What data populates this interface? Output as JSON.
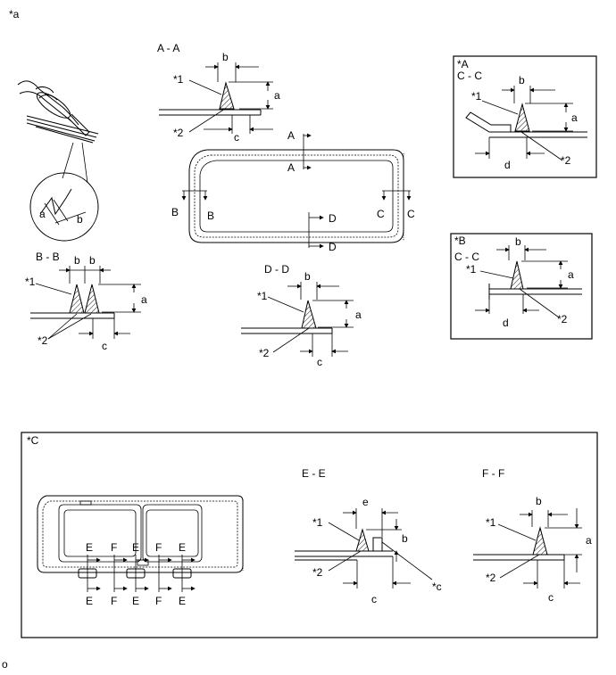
{
  "labels": {
    "top_tag": "*a",
    "footer": "o",
    "section_aa": "A - A",
    "section_bb": "B - B",
    "section_cc": "C - C",
    "section_dd": "D - D",
    "section_ee": "E - E",
    "section_ff": "F - F",
    "note_a": "*A",
    "note_b": "*B",
    "note_c": "*C",
    "callout_1": "*1",
    "callout_2": "*2",
    "callout_c": "*c",
    "dim_a": "a",
    "dim_b": "b",
    "dim_c": "c",
    "dim_d": "d",
    "dim_e": "e",
    "cut_a": "A",
    "cut_b": "B",
    "cut_c": "C",
    "cut_d": "D",
    "cut_e": "E",
    "cut_f": "F"
  }
}
